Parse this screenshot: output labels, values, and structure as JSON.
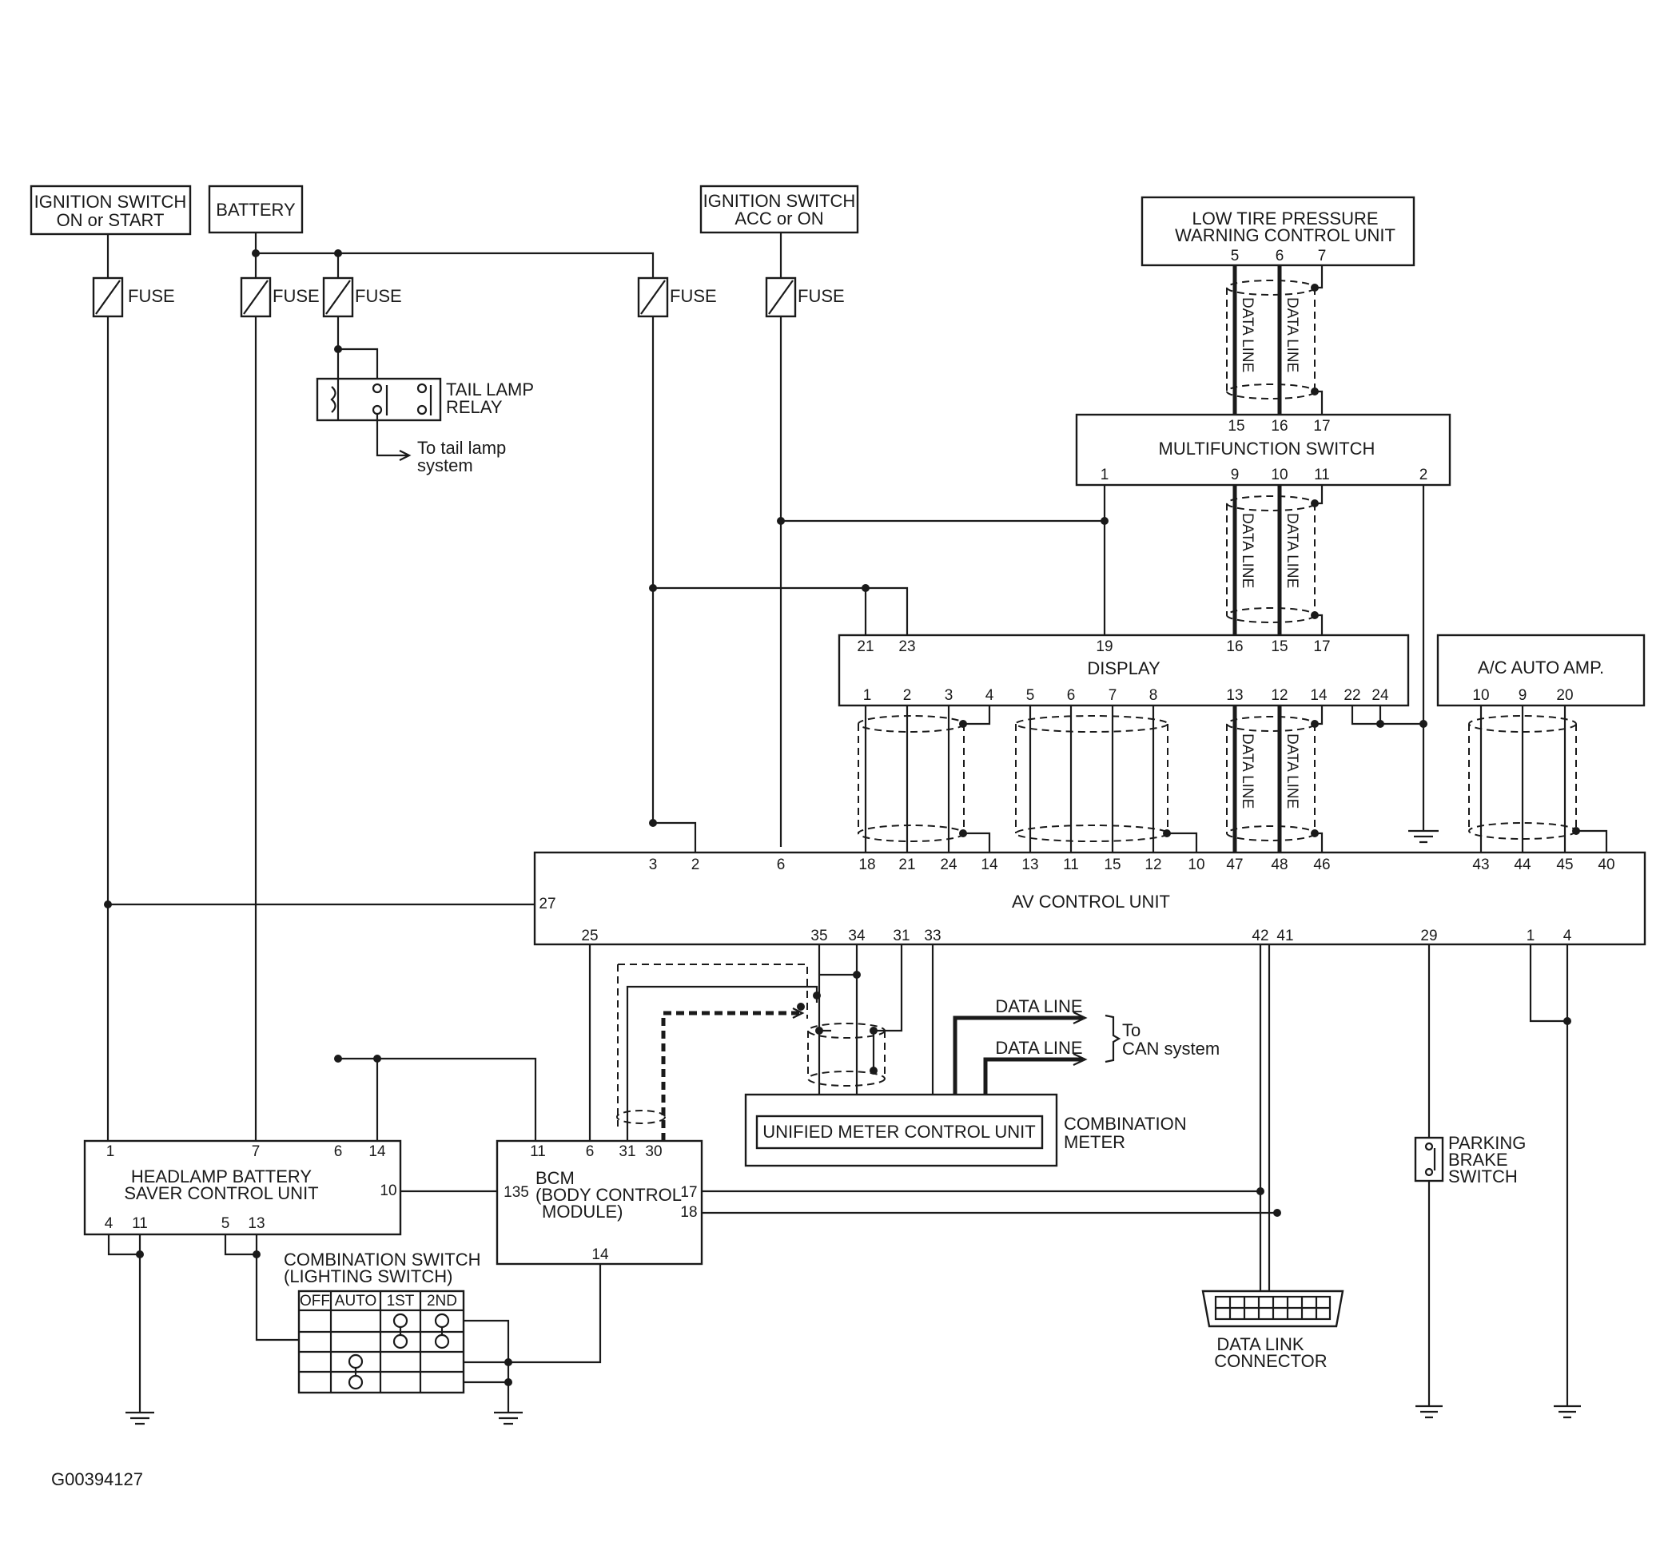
{
  "diagram_id": "G00394127",
  "power_sources": {
    "ign_on_start": [
      "IGNITION SWITCH",
      "ON or START"
    ],
    "battery": "BATTERY",
    "ign_acc_on": [
      "IGNITION SWITCH",
      "ACC or ON"
    ]
  },
  "fuse_label": "FUSE",
  "tail_lamp_relay": [
    "TAIL LAMP",
    "RELAY"
  ],
  "to_tail_lamp": [
    "To tail lamp",
    "system"
  ],
  "low_tire": {
    "title": [
      "LOW TIRE PRESSURE",
      "WARNING CONTROL UNIT"
    ],
    "pins": [
      "5",
      "6",
      "7"
    ]
  },
  "multifunction_switch": {
    "title": "MULTIFUNCTION SWITCH",
    "top_pins": [
      "15",
      "16",
      "17"
    ],
    "bottom_pins": [
      "1",
      "9",
      "10",
      "11",
      "2"
    ]
  },
  "display": {
    "title": "DISPLAY",
    "top_pins": [
      "21",
      "23",
      "19",
      "16",
      "15",
      "17"
    ],
    "bottom_pins": [
      "1",
      "2",
      "3",
      "4",
      "5",
      "6",
      "7",
      "8",
      "13",
      "12",
      "14",
      "22",
      "24"
    ]
  },
  "ac_auto_amp": {
    "title": "A/C AUTO AMP.",
    "pins": [
      "10",
      "9",
      "20"
    ]
  },
  "data_line": "DATA LINE",
  "av_control_unit": {
    "title": "AV CONTROL UNIT",
    "top_pins": [
      "3",
      "2",
      "6",
      "18",
      "21",
      "24",
      "14",
      "13",
      "11",
      "15",
      "12",
      "10",
      "47",
      "48",
      "46",
      "43",
      "44",
      "45",
      "40"
    ],
    "left_pin": "27",
    "bottom_pins": [
      "25",
      "35",
      "34",
      "31",
      "33",
      "42",
      "41",
      "29",
      "1",
      "4"
    ]
  },
  "can": {
    "data_line_1": "DATA LINE",
    "data_line_2": "DATA LINE",
    "to": "To",
    "system": "CAN system"
  },
  "combination_meter": {
    "inner": "UNIFIED METER CONTROL UNIT",
    "label": [
      "COMBINATION",
      "METER"
    ]
  },
  "headlamp_unit": {
    "title": [
      "HEADLAMP BATTERY",
      "SAVER CONTROL UNIT"
    ],
    "top_pins": [
      "1",
      "7",
      "6",
      "14"
    ],
    "right_pin": "10",
    "bottom_pins": [
      "4",
      "11",
      "5",
      "13"
    ]
  },
  "bcm": {
    "title": [
      "BCM",
      "(BODY CONTROL",
      "MODULE)"
    ],
    "top_pins": [
      "11",
      "6",
      "31",
      "30"
    ],
    "left_pin": "135",
    "right_pins": [
      "17",
      "18"
    ],
    "bottom_pin": "14"
  },
  "combination_switch": {
    "title": [
      "COMBINATION SWITCH",
      "(LIGHTING SWITCH)"
    ],
    "columns": [
      "OFF",
      "AUTO",
      "1ST",
      "2ND"
    ]
  },
  "data_link_connector": [
    "DATA LINK",
    "CONNECTOR"
  ],
  "parking_brake_switch": [
    "PARKING",
    "BRAKE",
    "SWITCH"
  ]
}
